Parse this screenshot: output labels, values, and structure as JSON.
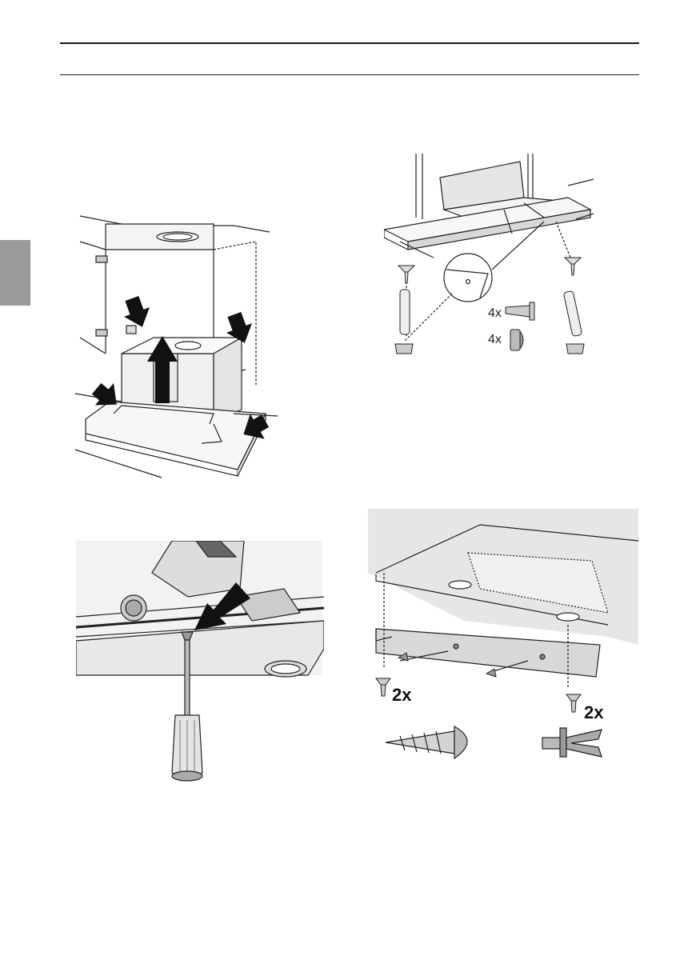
{
  "page": {
    "background": "#ffffff",
    "rule_color": "#1a1a1a",
    "side_tab_color": "#9a9a9a"
  },
  "figures": [
    {
      "name": "remove-filter-housing",
      "quantities": []
    },
    {
      "name": "mount-with-screws-and-dowels",
      "quantities": [
        "4x",
        "4x"
      ]
    },
    {
      "name": "release-with-screwdriver",
      "quantities": []
    },
    {
      "name": "attach-front-strip",
      "quantities": [
        "2x",
        "2x"
      ]
    }
  ],
  "icons": [
    "arrow-down-icon",
    "arrow-up-icon",
    "screw-icon",
    "dowel-icon",
    "screwdriver-icon",
    "clip-icon",
    "cap-icon"
  ]
}
